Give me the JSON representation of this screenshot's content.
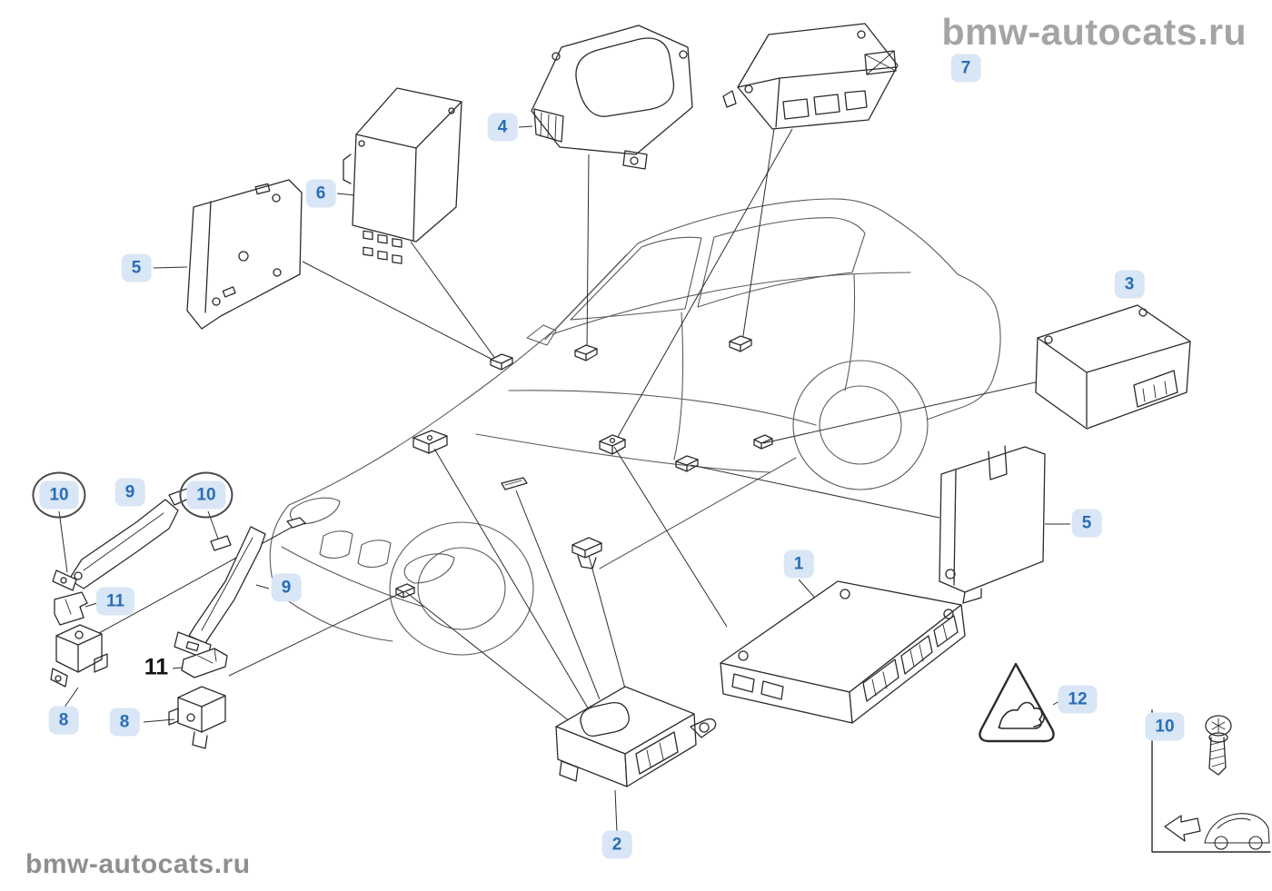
{
  "watermarks": {
    "top_right": "bmw-autocats.ru",
    "bottom_left": "bmw-autocats.ru"
  },
  "callouts": [
    "7",
    "4",
    "6",
    "5",
    "3",
    "10",
    "9",
    "10",
    "11",
    "9",
    "5",
    "1",
    "11",
    "8",
    "8",
    "12",
    "10",
    "2"
  ],
  "colors": {
    "callout_bg": "#d8e6f5",
    "callout_text": "#2a6db6",
    "watermark_gray": "#9e9e9e",
    "line_art": "#2e2e2e"
  },
  "icons": {
    "warning_triangle": "rollover-warning-triangle-icon",
    "screw": "torx-screw-icon",
    "block_arrow": "direction-arrow-icon",
    "car_thumbnail": "car-thumbnail-icon"
  }
}
